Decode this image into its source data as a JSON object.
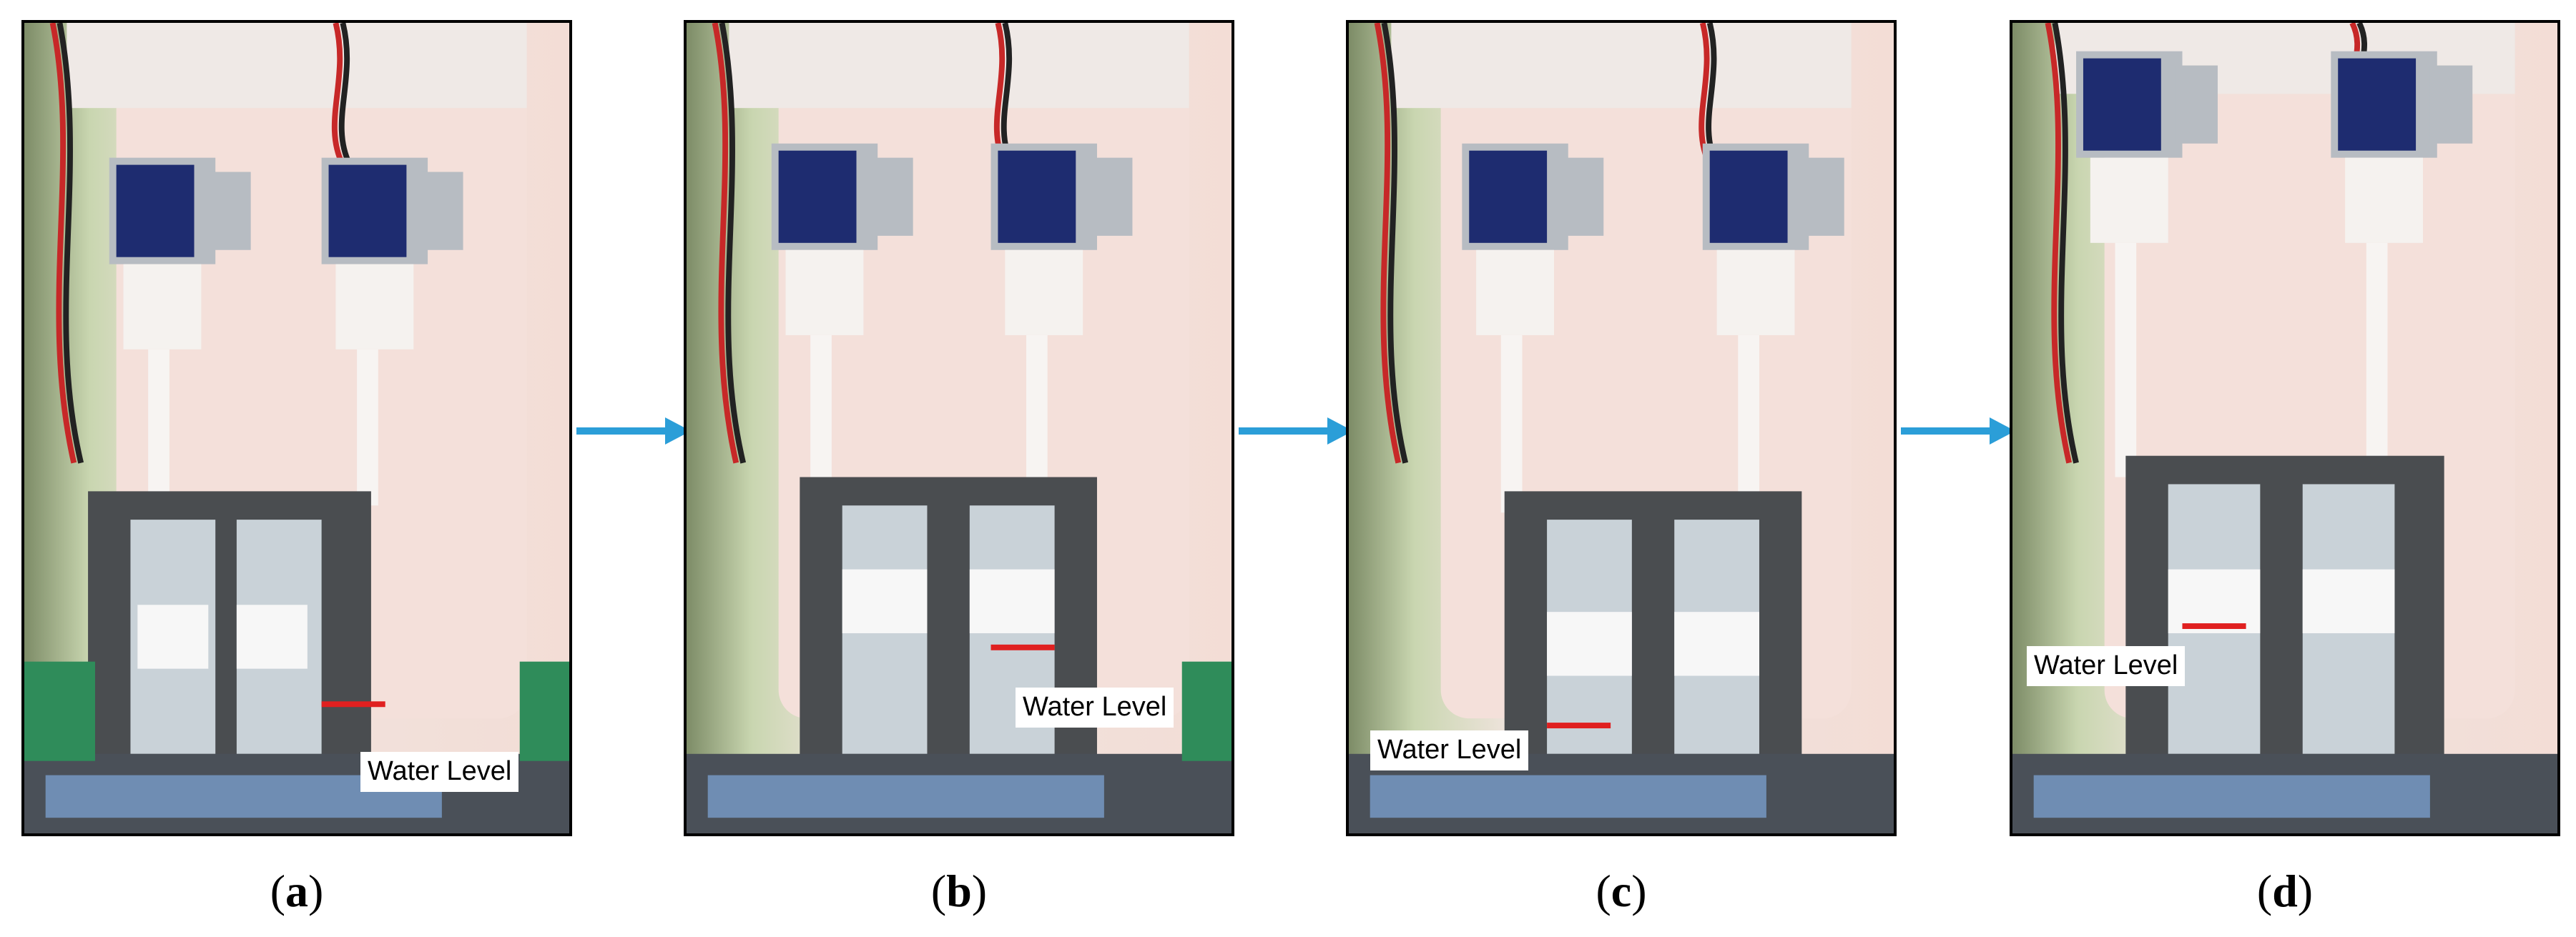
{
  "panels": [
    {
      "id": "a",
      "label": "(a)",
      "caption_letter": "a",
      "water_level_label": "Water Level",
      "water_level_fraction": 0.25
    },
    {
      "id": "b",
      "label": "(b)",
      "caption_letter": "b",
      "water_level_label": "Water Level",
      "water_level_fraction": 0.55
    },
    {
      "id": "c",
      "label": "(c)",
      "caption_letter": "c",
      "water_level_label": "Water Level",
      "water_level_fraction": 0.15
    },
    {
      "id": "d",
      "label": "(d)",
      "caption_letter": "d",
      "water_level_label": "Water Level",
      "water_level_fraction": 0.75
    }
  ],
  "colors": {
    "arrow": "#2b9ed8",
    "marker": "#e02020",
    "holder": "#4a4d50",
    "tank": "#f2dcd6"
  },
  "icons": {
    "arrow": "right-arrow-icon",
    "valve": "solenoid-valve-icon"
  }
}
